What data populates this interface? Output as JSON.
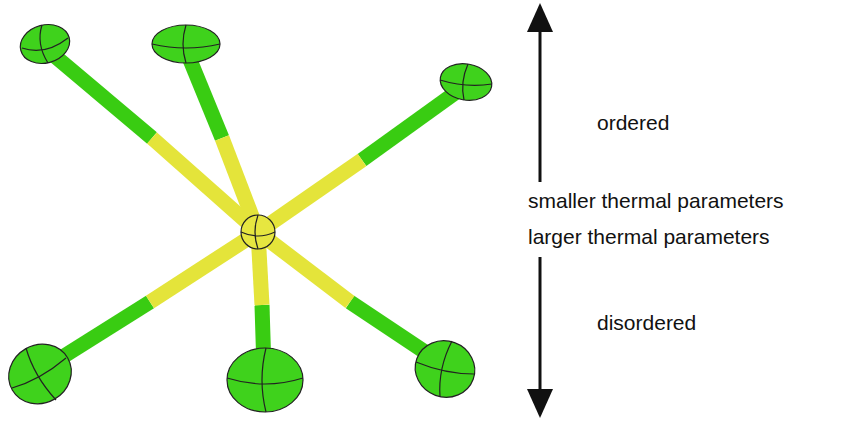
{
  "diagram": {
    "labels": [
      "ordered",
      "smaller thermal parameters",
      "larger thermal parameters",
      "disordered"
    ]
  }
}
